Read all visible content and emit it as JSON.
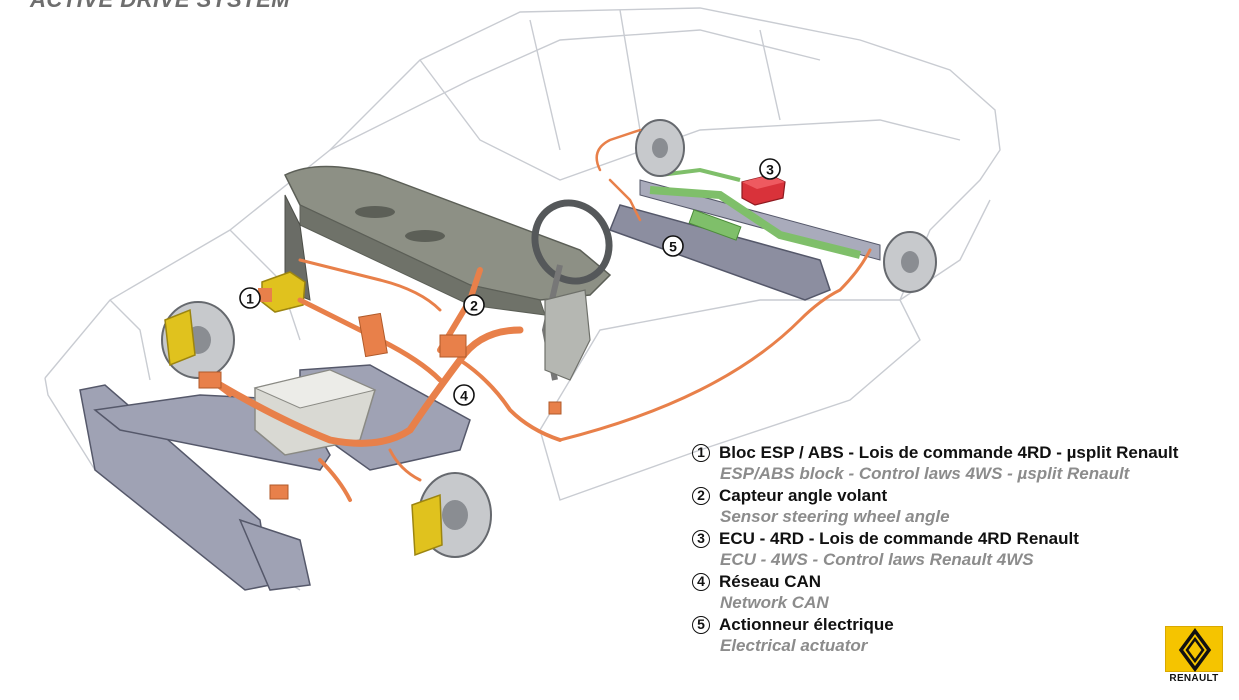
{
  "title": "ACTIVE DRIVE SYSTEM",
  "callouts": [
    "1",
    "2",
    "3",
    "4",
    "5"
  ],
  "legend": [
    {
      "num": "1",
      "fr": "Bloc ESP / ABS - Lois de commande 4RD - µsplit Renault",
      "en": "ESP/ABS block - Control laws 4WS - µsplit Renault"
    },
    {
      "num": "2",
      "fr": "Capteur angle volant",
      "en": "Sensor steering wheel angle"
    },
    {
      "num": "3",
      "fr": "ECU - 4RD - Lois de commande 4RD Renault",
      "en": "ECU - 4WS - Control laws Renault 4WS"
    },
    {
      "num": "4",
      "fr": "Réseau CAN",
      "en": "Network CAN"
    },
    {
      "num": "5",
      "fr": "Actionneur électrique",
      "en": "Electrical actuator"
    }
  ],
  "brand": "RENAULT",
  "colors": {
    "wiring": "#e8804a",
    "actuator": "#7fbf6a",
    "ecu": "#d9323a",
    "caliper": "#e0c21e",
    "frame": "#8c8ea0",
    "dashboard": "#8d9085"
  }
}
